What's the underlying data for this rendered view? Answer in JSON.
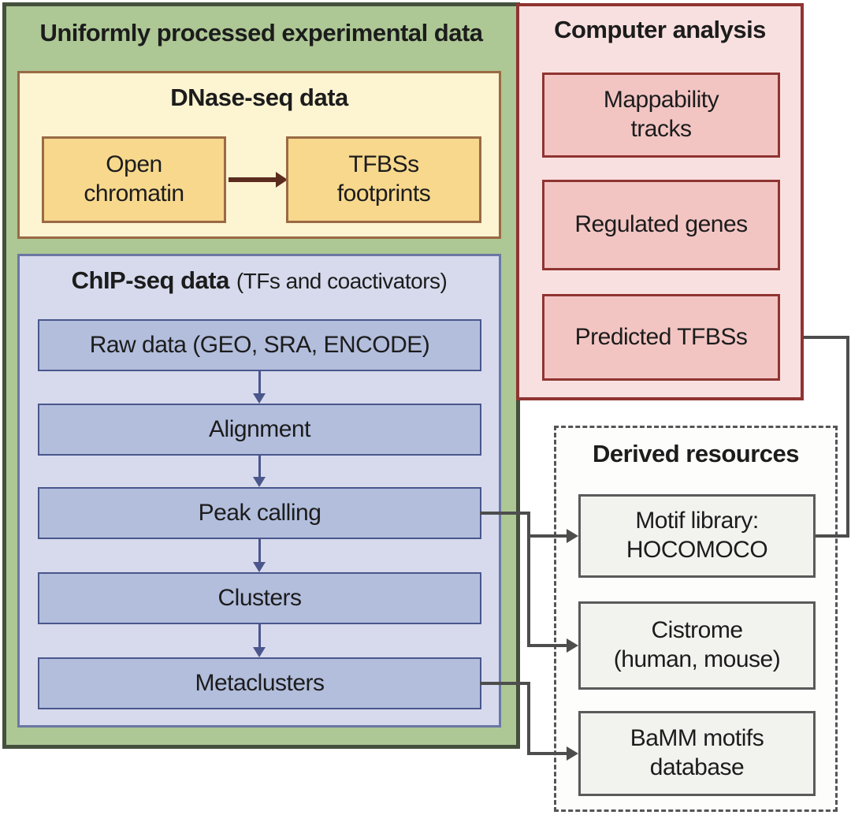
{
  "colors": {
    "green_panel_bg": "#adc795",
    "green_panel_border": "#44503c",
    "yellow_panel_bg": "#fdf4d2",
    "orange_box_bg": "#f7d88d",
    "brown_border": "#9a6a45",
    "dnase_arrow": "#5b2c1d",
    "blue_panel_bg": "#d6daec",
    "blue_box_bg": "#b3bedd",
    "blue_box_border": "#4a568c",
    "pink_panel_bg": "#f9e0e0",
    "pink_box_bg": "#f2c5c3",
    "red_border": "#8f3431",
    "gray_box_bg": "#f2f2ef",
    "connector": "#4d4d4d",
    "text": "#1c1c1c"
  },
  "experimental": {
    "title": "Uniformly processed experimental data",
    "dnase": {
      "title": "DNase-seq data",
      "open_chromatin": {
        "line1": "Open",
        "line2": "chromatin"
      },
      "tfbs_footprints": {
        "line1": "TFBSs",
        "line2": "footprints"
      }
    },
    "chip": {
      "title_bold": "ChIP-seq data",
      "title_rest": "(TFs and coactivators)",
      "steps": [
        "Raw data (GEO, SRA, ENCODE)",
        "Alignment",
        "Peak calling",
        "Clusters",
        "Metaclusters"
      ]
    }
  },
  "computer": {
    "title": "Computer analysis",
    "boxes": [
      {
        "line1": "Mappability",
        "line2": "tracks"
      },
      {
        "line1": "Regulated genes"
      },
      {
        "line1": "Predicted TFBSs"
      }
    ]
  },
  "derived": {
    "title": "Derived resources",
    "boxes": [
      {
        "line1": "Motif library:",
        "line2": "HOCOMOCO"
      },
      {
        "line1": "Cistrome",
        "line2": "(human, mouse)"
      },
      {
        "line1": "BaMM motifs",
        "line2": "database"
      }
    ]
  }
}
